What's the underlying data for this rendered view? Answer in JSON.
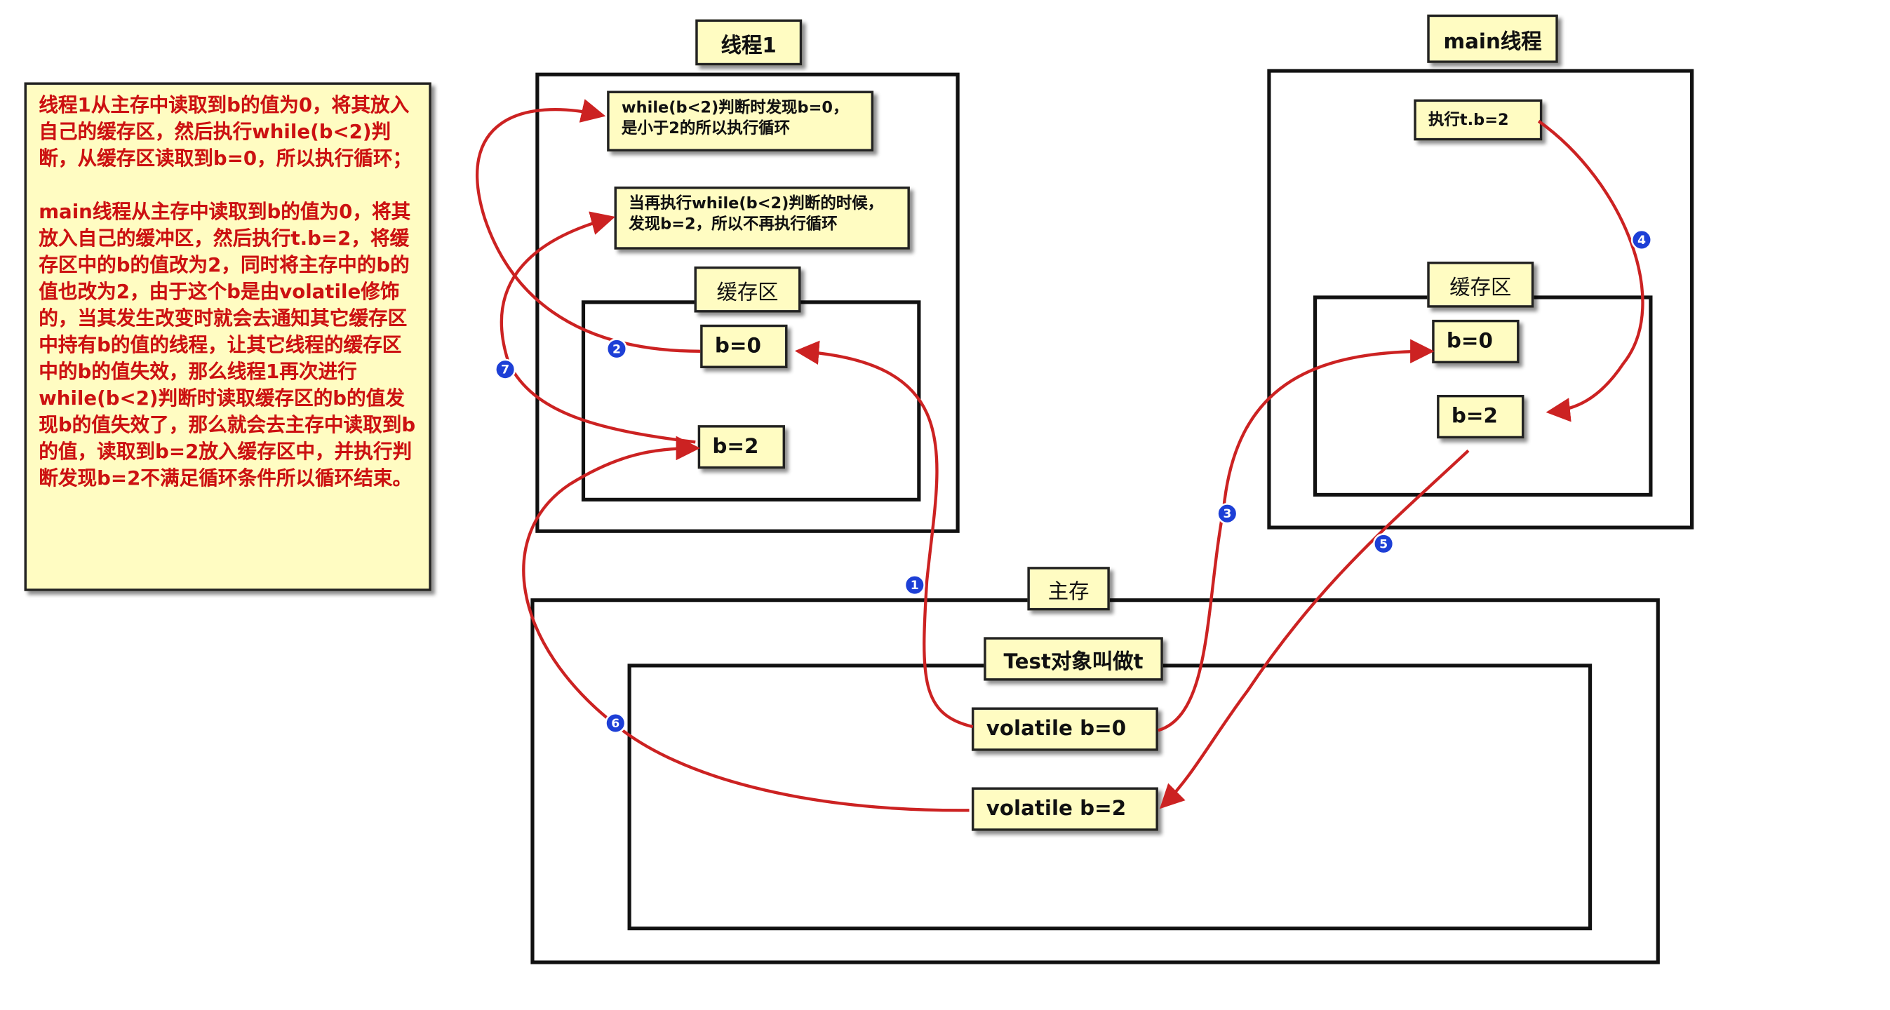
{
  "thread1": {
    "title": "线程1",
    "note_loop": "while(b<2)判断时发现b=0，是小于2的所以执行循环",
    "note_stop": "当再执行while(b<2)判断的时候，发现b=2，所以不再执行循环",
    "cache_title": "缓存区",
    "var_b0": "b=0",
    "var_b2": "b=2"
  },
  "main_thread": {
    "title": "main线程",
    "note_exec": "执行t.b=2",
    "cache_title": "缓存区",
    "var_b0": "b=0",
    "var_b2": "b=2"
  },
  "main_memory": {
    "title": "主存",
    "object_title": "Test对象叫做t",
    "var_b0": "volatile b=0",
    "var_b2": "volatile b=2"
  },
  "explanation": {
    "para1": "线程1从主存中读取到b的值为0，将其放入自己的缓存区，然后执行while(b<2)判断，从缓存区读取到b=0，所以执行循环；",
    "para2": "main线程从主存中读取到b的值为0，将其放入自己的缓冲区，然后执行t.b=2，将缓存区中的b的值改为2，同时将主存中的b的值也改为2，由于这个b是由volatile修饰的，当其发生改变时就会去通知其它缓存区中持有b的值的线程，让其它线程的缓存区中的b的值失效，那么线程1再次进行while(b<2)判断时读取缓存区的b的值发现b的值失效了，那么就会去主存中读取到b的值，读取到b=2放入缓存区中，并执行判断发现b=2不满足循环条件所以循环结束。"
  },
  "steps": [
    "1",
    "2",
    "3",
    "4",
    "5",
    "6",
    "7"
  ],
  "colors": {
    "arrow": "#cc2222",
    "note_bg": "#fffcc2",
    "badge": "#1d3fd6"
  }
}
